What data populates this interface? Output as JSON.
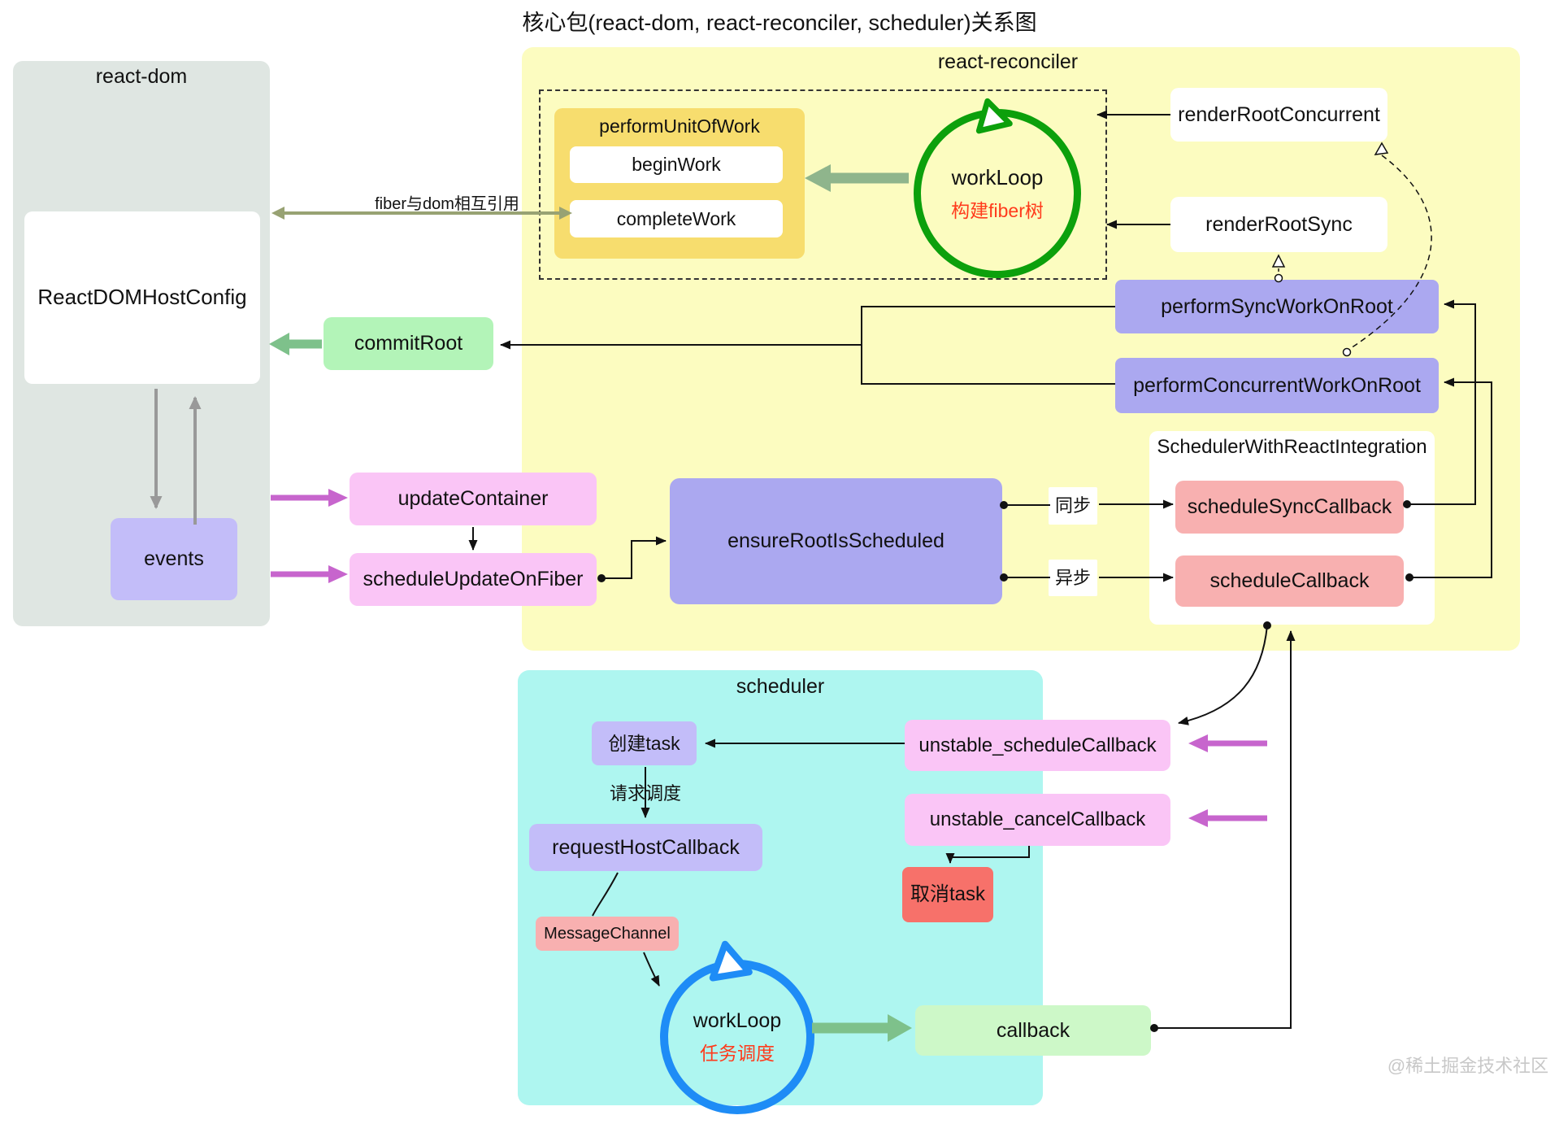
{
  "title": "核心包(react-dom, react-reconciler, scheduler)关系图",
  "watermark": "@稀土掘金技术社区",
  "react_dom": {
    "label": "react-dom",
    "react_dom_host_config": "ReactDOMHostConfig",
    "events": "events",
    "fiber_dom_link_label": "fiber与dom相互引用"
  },
  "react_reconciler": {
    "label": "react-reconciler",
    "perform_unit_of_work": "performUnitOfWork",
    "begin_work": "beginWork",
    "complete_work": "completeWork",
    "work_loop": {
      "title": "workLoop",
      "subtitle": "构建fiber树"
    },
    "render_root_concurrent": "renderRootConcurrent",
    "render_root_sync": "renderRootSync",
    "perform_sync_work_on_root": "performSyncWorkOnRoot",
    "perform_concurrent_work_on_root": "performConcurrentWorkOnRoot",
    "commit_root": "commitRoot",
    "update_container": "updateContainer",
    "schedule_update_on_fiber": "scheduleUpdateOnFiber",
    "ensure_root_is_scheduled": "ensureRootIsScheduled",
    "sync_label": "同步",
    "async_label": "异步",
    "scheduler_with_react_integration": {
      "label": "SchedulerWithReactIntegration",
      "schedule_sync_callback": "scheduleSyncCallback",
      "schedule_callback": "scheduleCallback"
    }
  },
  "scheduler": {
    "label": "scheduler",
    "create_task": "创建task",
    "request_schedule_label": "请求调度",
    "request_host_callback": "requestHostCallback",
    "message_channel": "MessageChannel",
    "work_loop": {
      "title": "workLoop",
      "subtitle": "任务调度"
    },
    "unstable_schedule_callback": "unstable_scheduleCallback",
    "unstable_cancel_callback": "unstable_cancelCallback",
    "cancel_task": "取消task",
    "callback": "callback"
  },
  "colors": {
    "react_dom_bg": "#DFE6E2",
    "reconciler_bg": "#FCFCC0",
    "scheduler_bg": "#AEF6F0",
    "purple_light": "#C3BDF9",
    "purple": "#ABA8F0",
    "pink": "#FAC5F6",
    "salmon": "#F8B0B0",
    "red_box": "#F7716A",
    "gold": "#F7DD6E",
    "green_box": "#B3F4B8",
    "green_box_light": "#CDF8C8",
    "green_circle": "#0CA00C",
    "blue_circle": "#1E8CF6",
    "green_arrow": "#7EC18B",
    "magenta_arrow": "#C765CD",
    "olive_arrow": "#98A273",
    "gray_arrow": "#999999",
    "red_text": "#FF3B1C",
    "line": "#111111",
    "watermark_text": "#C8C8C8"
  }
}
